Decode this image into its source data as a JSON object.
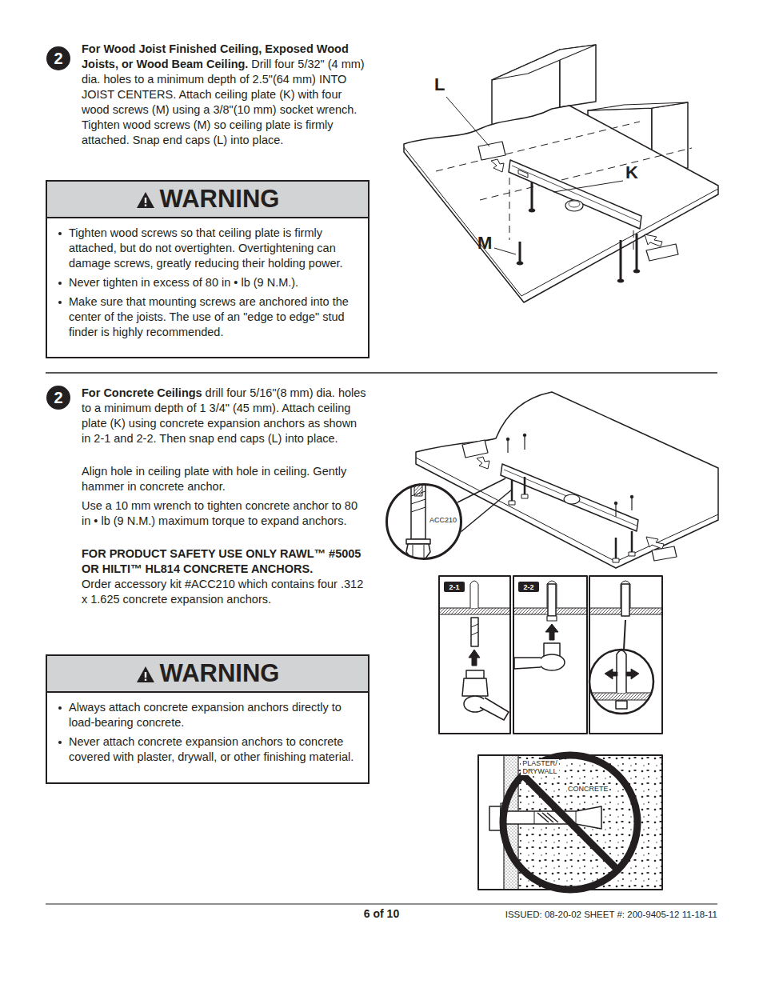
{
  "diagram": {
    "nodes": [
      {
        "text": [
          "2"
        ]
      },
      {
        "text": [
          "WARNING",
          "Tighten wood screws so that ceiling plate is firmly attached, but do not overtighten. Overtightening can damage screws, greatly reducing their holding power.",
          "Never tighten in excess of 80 in • lb (9 N.M.).",
          "Make sure that mounting screws are anchored into the center of the joists. The use of an \"edge to edge\" stud finder is highly recommended."
        ]
      },
      {
        "text": [
          "2"
        ]
      },
      {
        "text": [
          "WARNING",
          "Always attach concrete expansion anchors directly to load-bearing concrete.",
          "Never attach concrete expansion anchors to concrete covered with plaster, drywall, or other finishing material."
        ]
      },
      {
        "text": [
          "ACC210"
        ]
      },
      {
        "text": [
          "2-1"
        ]
      },
      {
        "text": [
          "2-2"
        ]
      }
    ],
    "labels": [
      "For Wood Joist Finished Ceiling, Exposed Wood Joists, or Wood Beam Ceiling.",
      "Drill four 5/32\" (4 mm) dia. holes to a minimum depth of 2.5\"(64 mm) INTO JOIST CENTERS. Attach ceiling plate (K) with four wood screws (M) using a 3/8\"(10 mm) socket wrench. Tighten wood screws (M) so ceiling plate is firmly attached. Snap end caps (L) into place.",
      "L",
      "K",
      "M",
      "For Concrete Ceilings",
      "drill four 5/16\"(8 mm) dia. holes to a minimum depth of 1 3/4\" (45 mm). Attach ceiling plate (K) using concrete expansion anchors as shown in 2-1 and 2-2. Then snap end caps (L) into place.",
      "Align hole in ceiling plate with hole in ceiling. Gently hammer in concrete anchor.",
      "Use a 10 mm wrench to tighten concrete anchor to 80 in • lb (9 N.M.) maximum torque to expand anchors.",
      "FOR PRODUCT SAFETY USE ONLY RAWL™ #5005 OR HILTI™ HL814 CONCRETE ANCHORS.",
      "Order accessory kit #ACC210 which contains four .312 x 1.625 concrete expansion anchors.",
      "PLASTER/ DRYWALL",
      "CONCRETE",
      "6 of 10",
      "ISSUED: 08-20-02 SHEET #: 200-9405-12 11-18-11"
    ]
  }
}
